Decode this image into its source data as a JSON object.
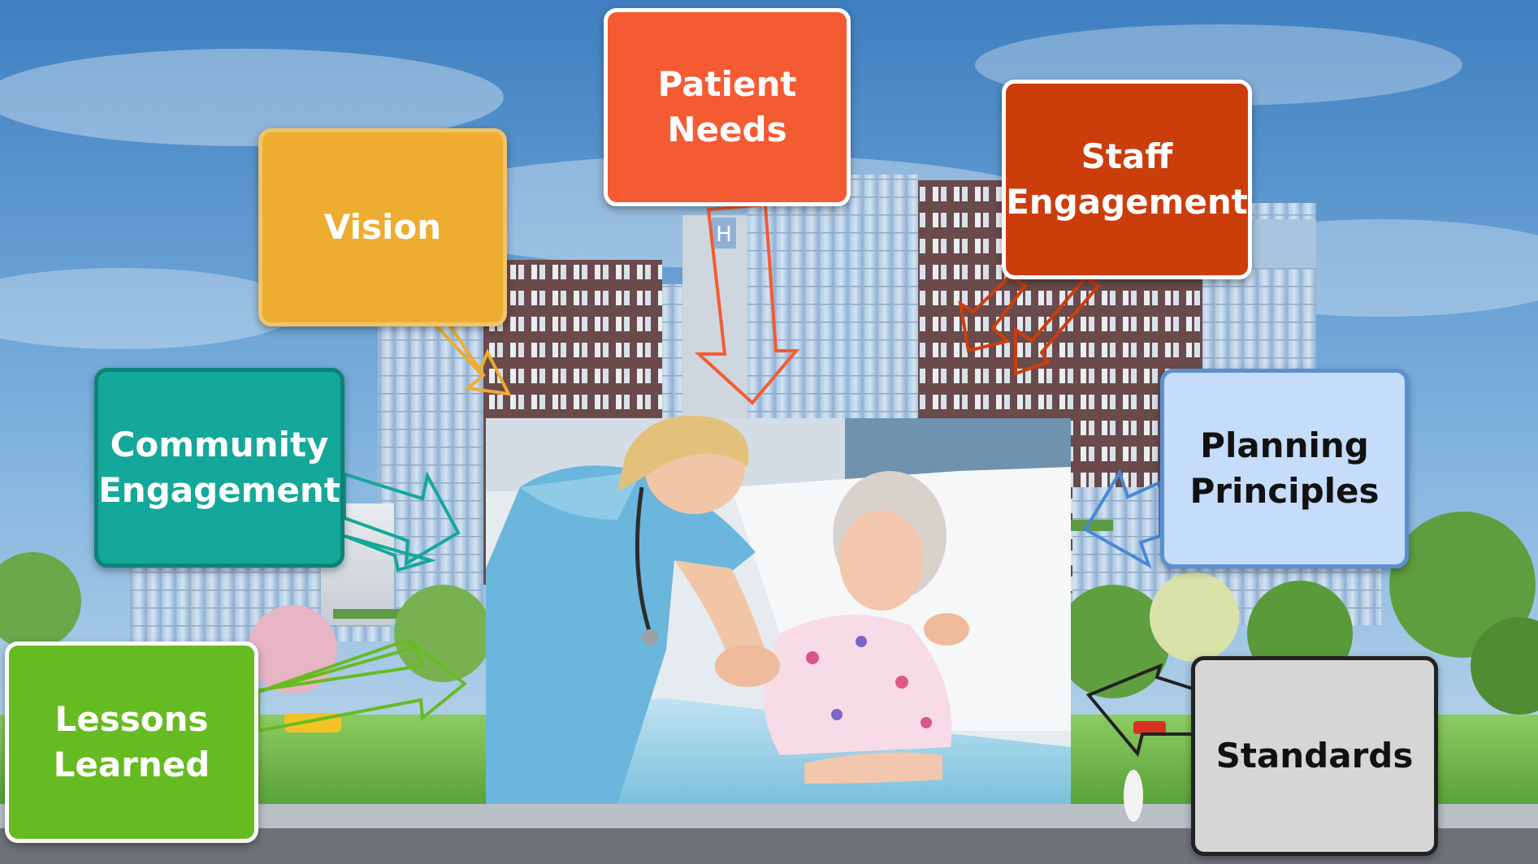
{
  "boxes": {
    "patient_needs": {
      "label": "Patient\nNeeds",
      "color": "#f45b33"
    },
    "vision": {
      "label": "Vision",
      "color": "#ecad31"
    },
    "staff_engagement": {
      "label": "Staff\nEngagement",
      "color": "#cc3d0c"
    },
    "community_engagement": {
      "label": "Community\nEngagement",
      "color": "#14a89a"
    },
    "planning_principles": {
      "label": "Planning\nPrinciples",
      "color": "#c5dcfa"
    },
    "lessons_learned": {
      "label": "Lessons\nLearned",
      "color": "#67bb22"
    },
    "standards": {
      "label": "Standards",
      "color": "#d6d6d6"
    }
  },
  "background": {
    "sky": "#6fa3d3",
    "grass": "#7cc25a"
  },
  "photo": {
    "description_icon": "nurse-with-patient-photo"
  }
}
